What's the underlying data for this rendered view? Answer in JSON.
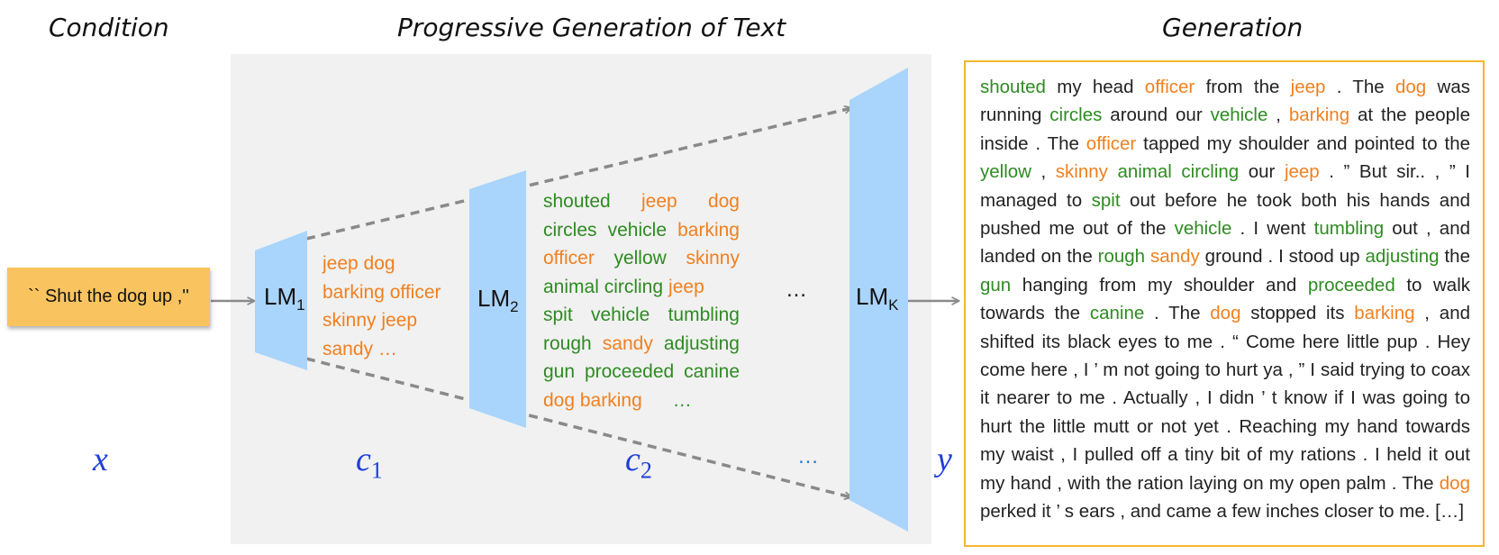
{
  "headings": {
    "condition": "Condition",
    "progressive": "Progressive Generation of Text",
    "generation": "Generation"
  },
  "condition_text": "`` Shut the dog up ,''",
  "models": [
    {
      "base": "LM",
      "sub": "1"
    },
    {
      "base": "LM",
      "sub": "2"
    },
    {
      "base": "LM",
      "sub": "K"
    }
  ],
  "mid_ellipsis": "…",
  "c1_lines": [
    [
      {
        "t": "jeep dog",
        "c": "orange"
      }
    ],
    [
      {
        "t": "barking officer",
        "c": "orange"
      }
    ],
    [
      {
        "t": "skinny jeep",
        "c": "orange"
      }
    ],
    [
      {
        "t": "sandy …",
        "c": "orange"
      }
    ]
  ],
  "c2_lines": [
    [
      {
        "t": "shouted",
        "c": "green"
      },
      {
        "t": "jeep",
        "c": "orange"
      },
      {
        "t": "dog",
        "c": "orange"
      }
    ],
    [
      {
        "t": "circles",
        "c": "green"
      },
      {
        "t": "vehicle",
        "c": "green"
      },
      {
        "t": "barking",
        "c": "orange"
      }
    ],
    [
      {
        "t": "officer",
        "c": "orange"
      },
      {
        "t": "yellow",
        "c": "green"
      },
      {
        "t": "skinny",
        "c": "orange"
      }
    ],
    [
      {
        "t": "animal circling",
        "c": "green"
      },
      {
        "t": "jeep",
        "c": "orange"
      }
    ],
    [
      {
        "t": "spit",
        "c": "green"
      },
      {
        "t": "vehicle",
        "c": "green"
      },
      {
        "t": "tumbling",
        "c": "green"
      }
    ],
    [
      {
        "t": "rough",
        "c": "green"
      },
      {
        "t": "sandy",
        "c": "orange"
      },
      {
        "t": "adjusting",
        "c": "green"
      }
    ],
    [
      {
        "t": "gun",
        "c": "green"
      },
      {
        "t": "proceeded",
        "c": "green"
      },
      {
        "t": "canine",
        "c": "green"
      }
    ],
    [
      {
        "t": "dog barking",
        "c": "orange"
      },
      {
        "t": "…",
        "c": "green"
      }
    ]
  ],
  "variables": {
    "x": "x",
    "c1": {
      "base": "c",
      "sub": "1"
    },
    "c2": {
      "base": "c",
      "sub": "2"
    },
    "dots": "…",
    "y": "y"
  },
  "generation_text": [
    {
      "t": "shouted",
      "c": "green"
    },
    {
      "t": " my head ",
      "c": "dark"
    },
    {
      "t": "officer",
      "c": "orange"
    },
    {
      "t": " from the ",
      "c": "dark"
    },
    {
      "t": "jeep",
      "c": "orange"
    },
    {
      "t": " . The ",
      "c": "dark"
    },
    {
      "t": "dog",
      "c": "orange"
    },
    {
      "t": " was running ",
      "c": "dark"
    },
    {
      "t": "circles",
      "c": "green"
    },
    {
      "t": " around our ",
      "c": "dark"
    },
    {
      "t": "vehicle",
      "c": "green"
    },
    {
      "t": " , ",
      "c": "dark"
    },
    {
      "t": "barking",
      "c": "orange"
    },
    {
      "t": " at the people inside . The ",
      "c": "dark"
    },
    {
      "t": "officer",
      "c": "orange"
    },
    {
      "t": " tapped my shoulder and pointed to the ",
      "c": "dark"
    },
    {
      "t": "yellow",
      "c": "green"
    },
    {
      "t": " , ",
      "c": "dark"
    },
    {
      "t": "skinny",
      "c": "orange"
    },
    {
      "t": " ",
      "c": "dark"
    },
    {
      "t": "animal circling",
      "c": "green"
    },
    {
      "t": " our ",
      "c": "dark"
    },
    {
      "t": "jeep",
      "c": "orange"
    },
    {
      "t": " .  ” But sir.. , ” I managed to ",
      "c": "dark"
    },
    {
      "t": "spit",
      "c": "green"
    },
    {
      "t": " out before he took both his hands and pushed me out of the ",
      "c": "dark"
    },
    {
      "t": "vehicle",
      "c": "green"
    },
    {
      "t": " . I went ",
      "c": "dark"
    },
    {
      "t": "tumbling",
      "c": "green"
    },
    {
      "t": " out , and landed on the ",
      "c": "dark"
    },
    {
      "t": "rough",
      "c": "green"
    },
    {
      "t": " ",
      "c": "dark"
    },
    {
      "t": "sandy",
      "c": "orange"
    },
    {
      "t": " ground . I stood up ",
      "c": "dark"
    },
    {
      "t": "adjusting",
      "c": "green"
    },
    {
      "t": " the ",
      "c": "dark"
    },
    {
      "t": "gun",
      "c": "green"
    },
    {
      "t": " hanging from my shoulder and ",
      "c": "dark"
    },
    {
      "t": "proceeded",
      "c": "green"
    },
    {
      "t": " to walk towards the ",
      "c": "dark"
    },
    {
      "t": "canine",
      "c": "green"
    },
    {
      "t": " . The ",
      "c": "dark"
    },
    {
      "t": "dog",
      "c": "orange"
    },
    {
      "t": " stopped its ",
      "c": "dark"
    },
    {
      "t": "barking",
      "c": "orange"
    },
    {
      "t": " , and shifted its black eyes to me .  “ Come here little pup . Hey come here , I ’ m not going to hurt ya , ” I said trying to coax it nearer to me . Actually , I didn ’ t know if I was going to hurt the little mutt or not yet . Reaching my hand towards my waist , I pulled off a tiny bit of my rations . I held it out my hand , with the ration laying on my open palm . The ",
      "c": "dark"
    },
    {
      "t": "dog",
      "c": "orange"
    },
    {
      "t": " perked it ’ s ears , and came a few inches closer to me. […]",
      "c": "dark"
    }
  ],
  "colors": {
    "green": "#2e8b22",
    "orange": "#f08020",
    "lm_fill": "#a9d4fb",
    "condition_fill": "#f9c35f",
    "generation_border": "#f4b630",
    "variable_blue": "#1e3fd8",
    "arrow_gray": "#8a8a8a"
  }
}
